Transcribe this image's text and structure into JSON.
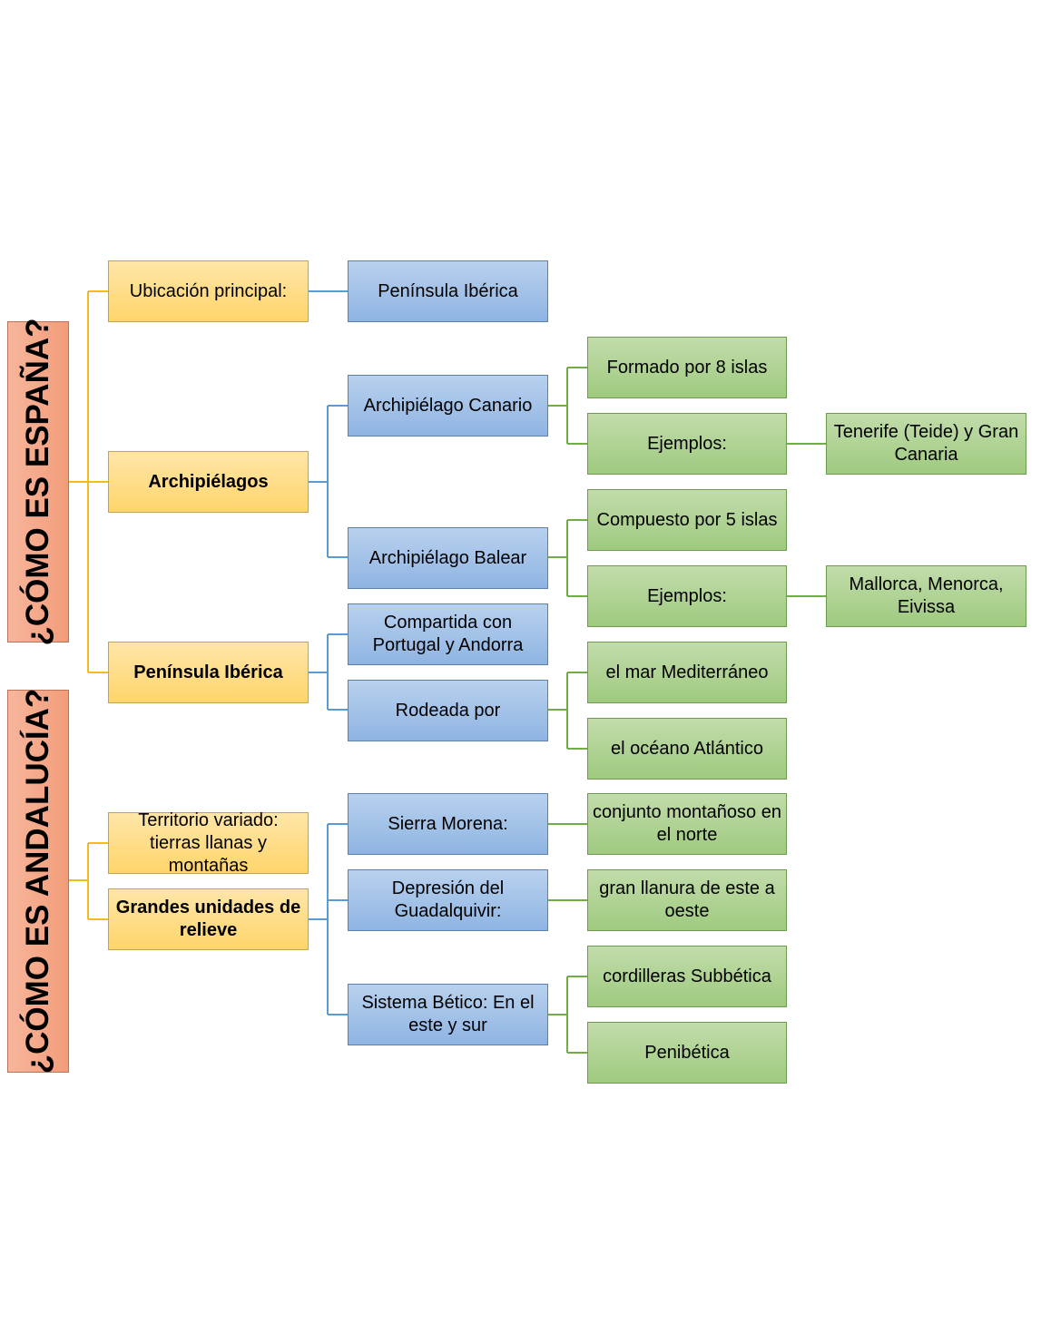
{
  "colors": {
    "yellow_line": "#f2bd1c",
    "blue_line": "#5b9bd5",
    "green_line": "#70ad47",
    "title_fill": "#f4a582"
  },
  "titles": {
    "espana": "¿CÓMO ES ESPAÑA?",
    "andalucia": "¿CÓMO ES ANDALUCÍA?"
  },
  "espana": {
    "ubicacion": "Ubicación principal:",
    "peninsula_iberica_value": "Península Ibérica",
    "archipielagos": "Archipiélagos",
    "canario": "Archipiélago Canario",
    "canario_formado": "Formado por 8 islas",
    "canario_ejemplos": "Ejemplos:",
    "canario_ejemplos_value": "Tenerife (Teide) y Gran Canaria",
    "balear": "Archipiélago Balear",
    "balear_compuesto": "Compuesto por 5 islas",
    "balear_ejemplos": "Ejemplos:",
    "balear_ejemplos_value": "Mallorca, Menorca, Eivissa",
    "peninsula": "Península Ibérica",
    "compartida": "Compartida con Portugal y Andorra",
    "rodeada": "Rodeada por",
    "mediterraneo": "el mar Mediterráneo",
    "atlantico": "el océano Atlántico"
  },
  "andalucia": {
    "territorio": "Territorio variado: tierras llanas y montañas",
    "grandes": "Grandes unidades de relieve",
    "sierra_morena": "Sierra Morena:",
    "sierra_morena_desc": "conjunto montañoso en el norte",
    "depresion": "Depresión del Guadalquivir:",
    "depresion_desc": "gran llanura de este a oeste",
    "sistema": "Sistema Bético: En el este y sur",
    "subbetica": "cordilleras Subbética",
    "penibetica": "Penibética"
  }
}
